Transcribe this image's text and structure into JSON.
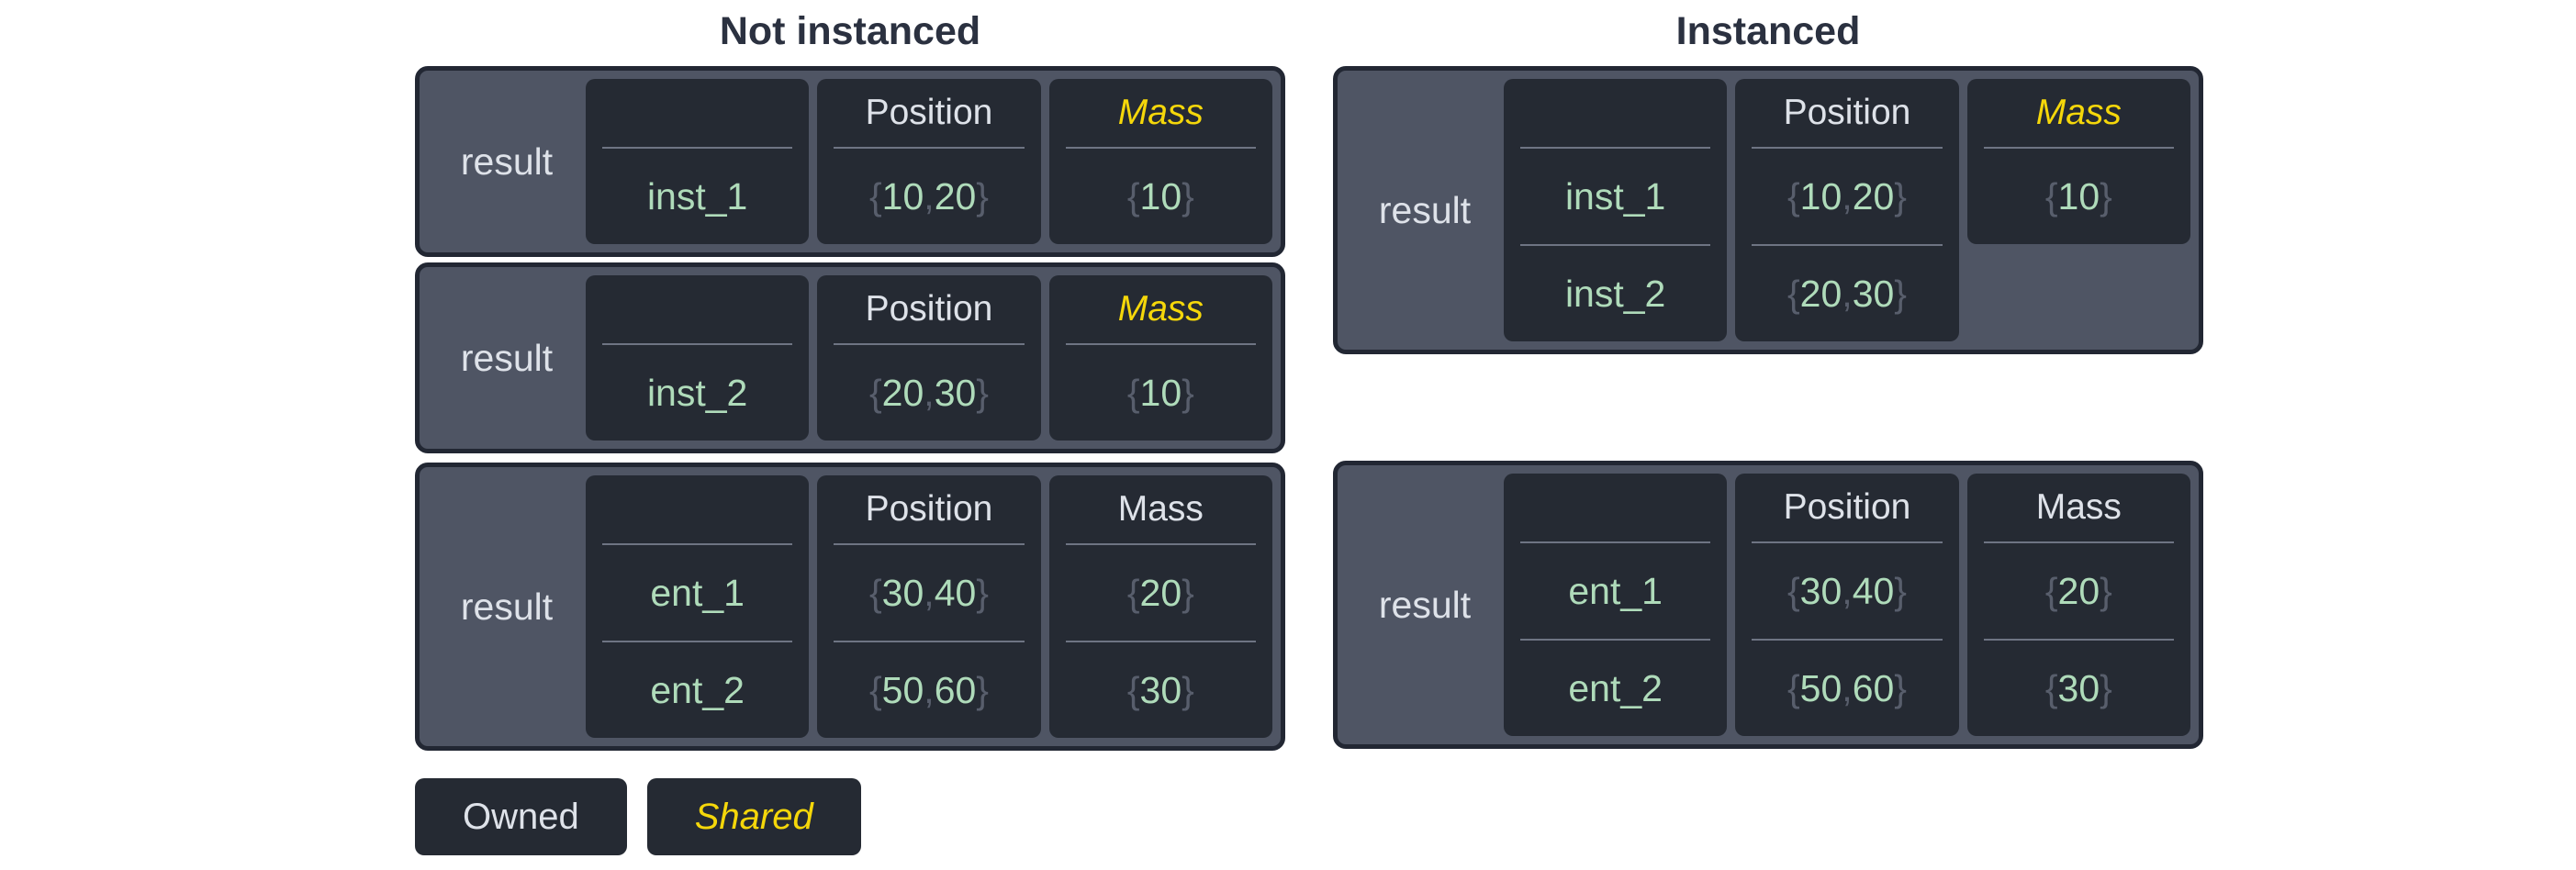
{
  "colors": {
    "page-bg": "#ffffff",
    "title-text": "#2b3140",
    "box-border": "#222733",
    "box-bg": "#4f5564",
    "cell-bg": "#252a33",
    "divider": "#6e7483",
    "light-text": "#dee2e9",
    "value-green": "#afdbba",
    "punct-gray": "#585e6c",
    "shared-yellow": "#f5d70a"
  },
  "diagram": {
    "columns": [
      {
        "title": "Not instanced",
        "boxes": [
          {
            "label": "result",
            "cols": [
              {
                "header": "",
                "kind": "entity",
                "values": [
                  "inst_1"
                ]
              },
              {
                "header": "Position",
                "kind": "owned",
                "values": [
                  "{10, 20}"
                ]
              },
              {
                "header": "Mass",
                "kind": "shared",
                "values": [
                  "{10}"
                ]
              }
            ]
          },
          {
            "label": "result",
            "cols": [
              {
                "header": "",
                "kind": "entity",
                "values": [
                  "inst_2"
                ]
              },
              {
                "header": "Position",
                "kind": "owned",
                "values": [
                  "{20, 30}"
                ]
              },
              {
                "header": "Mass",
                "kind": "shared",
                "values": [
                  "{10}"
                ]
              }
            ]
          },
          {
            "label": "result",
            "cols": [
              {
                "header": "",
                "kind": "entity",
                "values": [
                  "ent_1",
                  "ent_2"
                ]
              },
              {
                "header": "Position",
                "kind": "owned",
                "values": [
                  "{30, 40}",
                  "{50, 60}"
                ]
              },
              {
                "header": "Mass",
                "kind": "owned",
                "values": [
                  "{20}",
                  "{30}"
                ]
              }
            ]
          }
        ]
      },
      {
        "title": "Instanced",
        "boxes": [
          {
            "label": "result",
            "cols": [
              {
                "header": "",
                "kind": "entity",
                "values": [
                  "inst_1",
                  "inst_2"
                ]
              },
              {
                "header": "Position",
                "kind": "owned",
                "values": [
                  "{10, 20}",
                  "{20, 30}"
                ]
              },
              {
                "header": "Mass",
                "kind": "shared",
                "values": [
                  "{10}"
                ]
              }
            ]
          },
          {
            "label": "result",
            "cols": [
              {
                "header": "",
                "kind": "entity",
                "values": [
                  "ent_1",
                  "ent_2"
                ]
              },
              {
                "header": "Position",
                "kind": "owned",
                "values": [
                  "{30, 40}",
                  "{50, 60}"
                ]
              },
              {
                "header": "Mass",
                "kind": "owned",
                "values": [
                  "{20}",
                  "{30}"
                ]
              }
            ]
          }
        ]
      }
    ]
  },
  "legend": {
    "owned_label": "Owned",
    "shared_label": "Shared"
  }
}
